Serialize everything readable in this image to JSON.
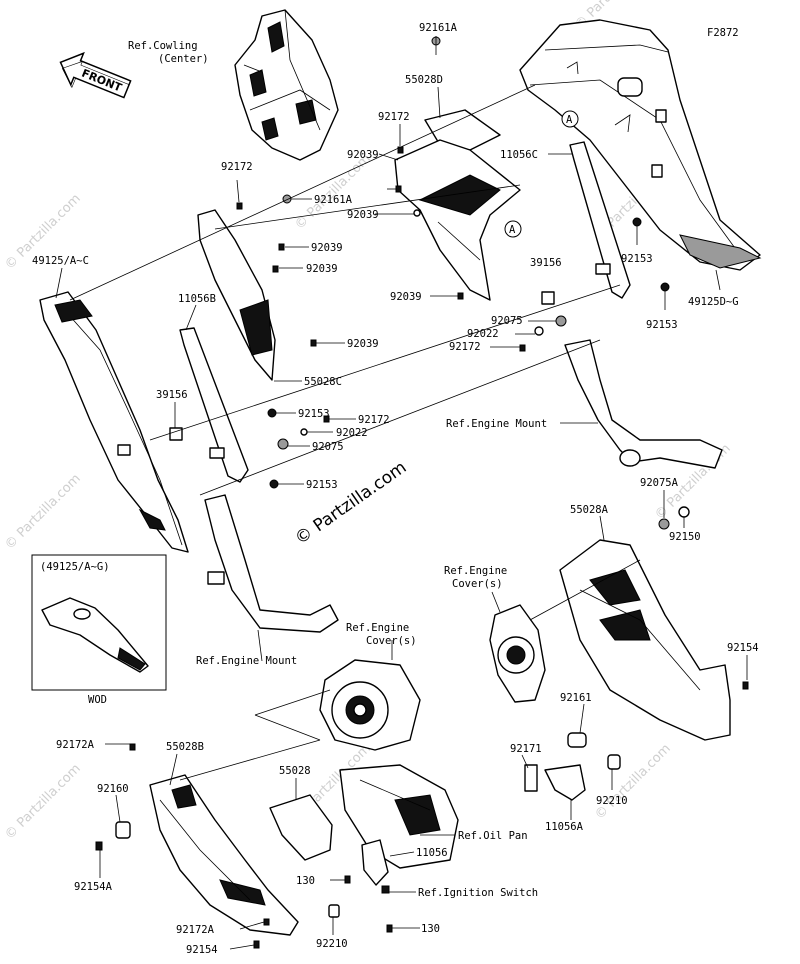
{
  "figure_code": "F2872",
  "front_arrow": {
    "label": "FRONT"
  },
  "refs": {
    "cowling_center_1": "Ref.Cowling",
    "cowling_center_2": "(Center)",
    "engine_mount_right": "Ref.Engine Mount",
    "engine_mount_left": "Ref.Engine Mount",
    "engine_cover_right_1": "Ref.Engine",
    "engine_cover_right_2": "Cover(s)",
    "engine_cover_bottom_1": "Ref.Engine",
    "engine_cover_bottom_2": "Cover(s)",
    "oil_pan": "Ref.Oil Pan",
    "ignition_switch": "Ref.Ignition Switch"
  },
  "inset": {
    "title": "(49125/A~G)",
    "caption": "WOD"
  },
  "circle_markers": [
    "A",
    "A"
  ],
  "watermarks": {
    "center": "© Partzilla.com",
    "tile": "© Partzilla.com"
  },
  "parts": [
    {
      "id": "p01",
      "number": "92161A"
    },
    {
      "id": "p02",
      "number": "55028D"
    },
    {
      "id": "p03",
      "number": "92172"
    },
    {
      "id": "p04",
      "number": "92039"
    },
    {
      "id": "p05",
      "number": "92039"
    },
    {
      "id": "p06",
      "number": "11056C"
    },
    {
      "id": "p07",
      "number": "92172"
    },
    {
      "id": "p08",
      "number": "92161A"
    },
    {
      "id": "p09",
      "number": "49125/A~C"
    },
    {
      "id": "p10",
      "number": "92039"
    },
    {
      "id": "p11",
      "number": "92039"
    },
    {
      "id": "p12",
      "number": "39156"
    },
    {
      "id": "p13",
      "number": "92153"
    },
    {
      "id": "p14",
      "number": "49125D~G"
    },
    {
      "id": "p15",
      "number": "92039"
    },
    {
      "id": "p16",
      "number": "92153"
    },
    {
      "id": "p17",
      "number": "92075"
    },
    {
      "id": "p18",
      "number": "92022"
    },
    {
      "id": "p19",
      "number": "92172"
    },
    {
      "id": "p20",
      "number": "11056B"
    },
    {
      "id": "p21",
      "number": "92039"
    },
    {
      "id": "p22",
      "number": "55028C"
    },
    {
      "id": "p23",
      "number": "39156"
    },
    {
      "id": "p24",
      "number": "92153"
    },
    {
      "id": "p25",
      "number": "92172"
    },
    {
      "id": "p26",
      "number": "92022"
    },
    {
      "id": "p27",
      "number": "92075"
    },
    {
      "id": "p28",
      "number": "92153"
    },
    {
      "id": "p29",
      "number": "92075A"
    },
    {
      "id": "p30",
      "number": "55028A"
    },
    {
      "id": "p31",
      "number": "92150"
    },
    {
      "id": "p32",
      "number": "92154"
    },
    {
      "id": "p33",
      "number": "92161"
    },
    {
      "id": "p34",
      "number": "92171"
    },
    {
      "id": "p35",
      "number": "92210"
    },
    {
      "id": "p36",
      "number": "11056A"
    },
    {
      "id": "p37",
      "number": "92172A"
    },
    {
      "id": "p38",
      "number": "55028B"
    },
    {
      "id": "p39",
      "number": "55028"
    },
    {
      "id": "p40",
      "number": "92160"
    },
    {
      "id": "p41",
      "number": "92154A"
    },
    {
      "id": "p42",
      "number": "11056"
    },
    {
      "id": "p43",
      "number": "130"
    },
    {
      "id": "p44",
      "number": "92210"
    },
    {
      "id": "p45",
      "number": "92172A"
    },
    {
      "id": "p46",
      "number": "92154"
    },
    {
      "id": "p47",
      "number": "130"
    }
  ]
}
